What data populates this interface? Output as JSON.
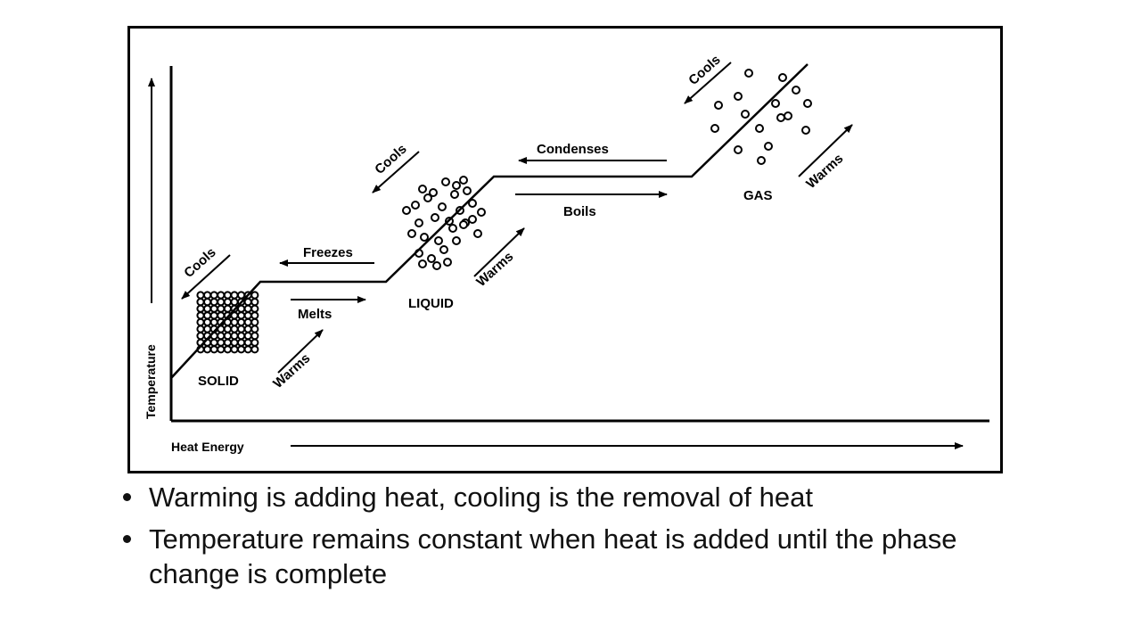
{
  "diagram": {
    "y_axis_label": "Temperature",
    "x_axis_label": "Heat Energy",
    "states": {
      "solid": "SOLID",
      "liquid": "LIQUID",
      "gas": "GAS"
    },
    "processes": {
      "cools_1": "Cools",
      "cools_2": "Cools",
      "cools_3": "Cools",
      "warms_1": "Warms",
      "warms_2": "Warms",
      "warms_3": "Warms",
      "freezes": "Freezes",
      "melts": "Melts",
      "condenses": "Condenses",
      "boils": "Boils"
    }
  },
  "bullets": [
    "Warming is adding heat, cooling is the removal of heat",
    "Temperature remains constant when heat is added until the phase change is complete"
  ]
}
